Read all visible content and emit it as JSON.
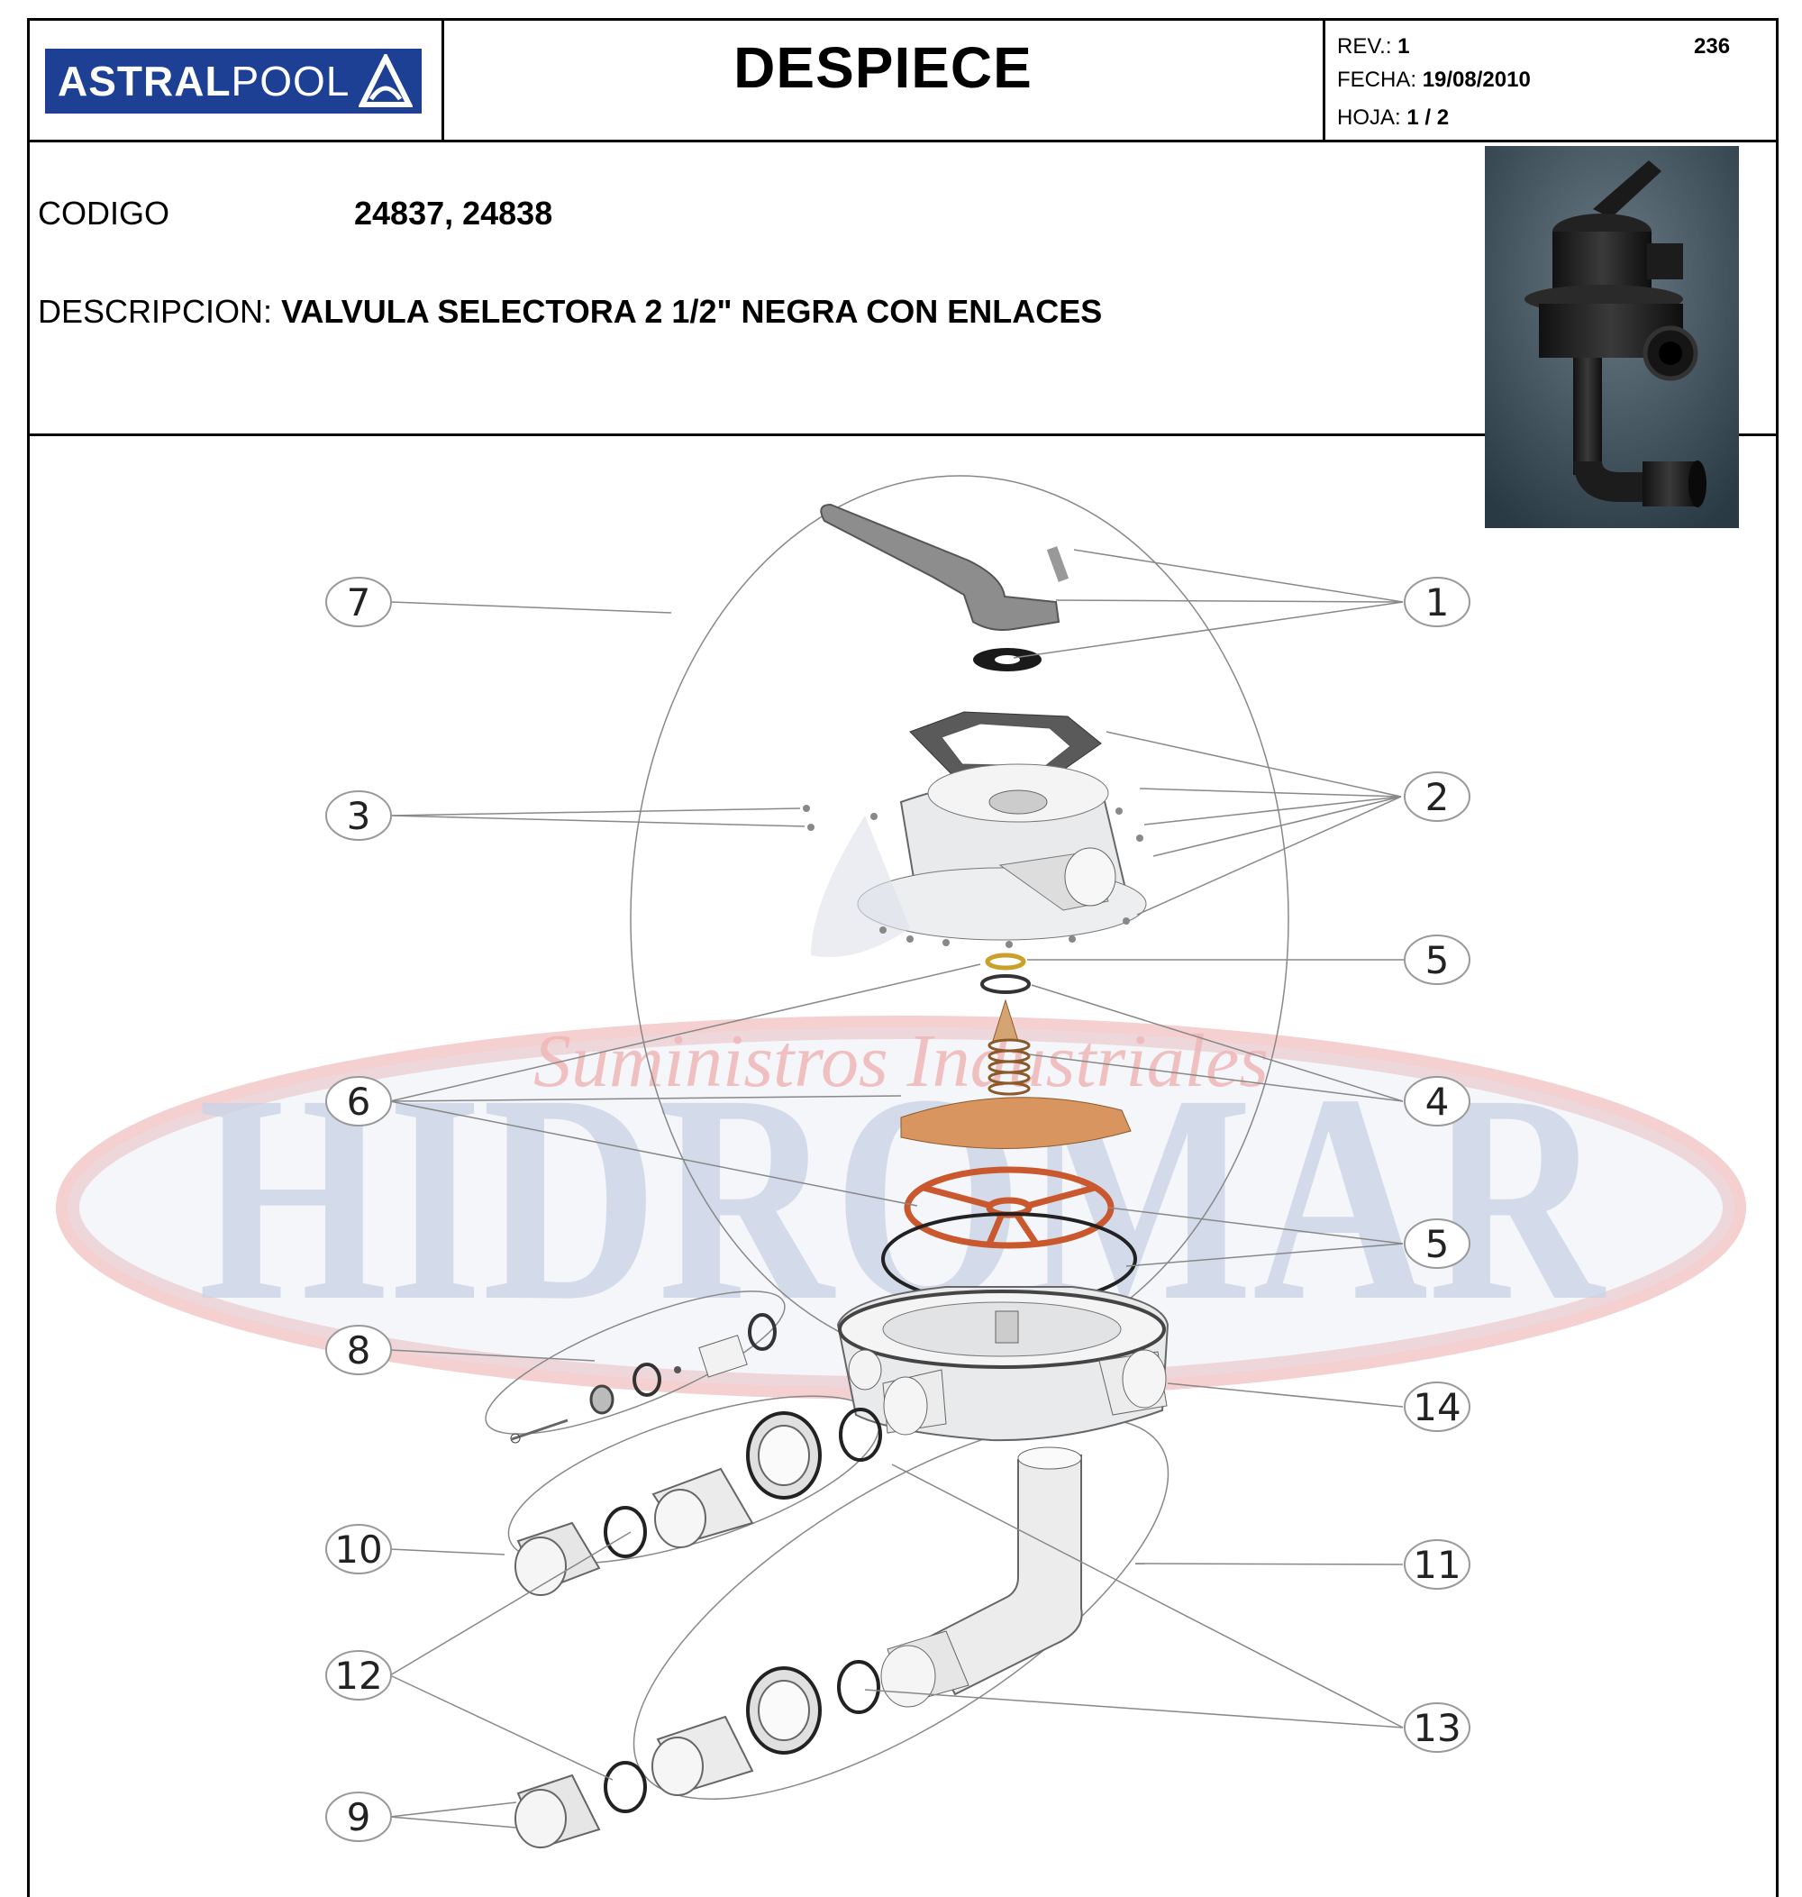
{
  "header": {
    "logo_text_bold": "ASTRAL",
    "logo_text_light": "POOL",
    "title": "DESPIECE",
    "rev_label": "REV.:",
    "rev_value": "1",
    "fecha_label": "FECHA:",
    "fecha_value": "19/08/2010",
    "hoja_label": "HOJA:",
    "hoja_value": "1 / 2",
    "sheet_number": "236"
  },
  "product": {
    "codigo_label": "CODIGO",
    "codigo_value": "24837, 24838",
    "descripcion_label": "DESCRIPCION:",
    "descripcion_value": "VALVULA SELECTORA 2 1/2\" NEGRA CON ENLACES"
  },
  "watermark": {
    "main": "HIDROMAR",
    "sub": "Suministros Industriales"
  },
  "callouts": {
    "left": [
      "7",
      "3",
      "6",
      "8",
      "10",
      "12",
      "9"
    ],
    "right": [
      "1",
      "2",
      "5",
      "4",
      "5",
      "14",
      "11",
      "13"
    ]
  },
  "colors": {
    "logo_blue": "#1d3f94",
    "watermark_blue": "#c9d2e6",
    "watermark_red": "#f2c4c4",
    "diffuser_orange": "#d9955f",
    "oring_red": "#c9582e"
  }
}
